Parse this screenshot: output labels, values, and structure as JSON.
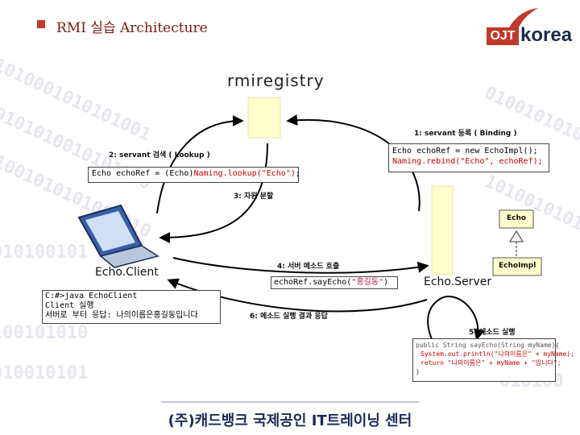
{
  "header": {
    "title": "RMI 실습 Architecture",
    "logo_left": "OJT",
    "logo_right": "korea"
  },
  "diagram": {
    "registry_label": "rmiregistry",
    "step1": "1: servant 등록 ( Binding )",
    "step1_code_line1": "Echo echoRef = new EchoImpl();",
    "step1_code_line2": "Naming.rebind(\"Echo\", echoRef);",
    "step2": "2: servant 검색 ( Lookup )",
    "step2_code_prefix": "Echo echoRef = (Echo)",
    "step2_code_highlight": "Naming.lookup(\"Echo\")",
    "step2_code_suffix": ";",
    "step3": "3: 자원 분할",
    "echo_interface": "Echo",
    "echo_impl": "EchoImpl",
    "client_label": "Echo.Client",
    "server_label": "Echo.Server",
    "step4": "4: 서버 메소드 호출",
    "step4_code_prefix": "echoRef.sayEcho(",
    "step4_code_highlight": "\"홍길동\"",
    "step4_code_suffix": ")",
    "step5": "5: 메소드 실행",
    "step6": "6: 메소드 실행 결과 응답",
    "console_line1": "C:#>java EchoClient",
    "console_line2": "Client 실행",
    "console_line3": "서버로 부터 응답: 나의이름은홍길동입니다",
    "server_code_line1": "public String sayEcho(String myName){",
    "server_code_line2": "System.out.println(\"나의이름은\" + myName);",
    "server_code_line3": "return \"나의이름은\" + myName + \"입니다\";",
    "server_code_line4": "}"
  },
  "footer": {
    "text": "(주)캐드뱅크 국제공인 IT트레이닝 센터"
  },
  "colors": {
    "title": "#7a1a10",
    "accent_red": "#c0392b",
    "box_yellow": "#ffffcc",
    "footer_blue": "#1a2a5a"
  }
}
